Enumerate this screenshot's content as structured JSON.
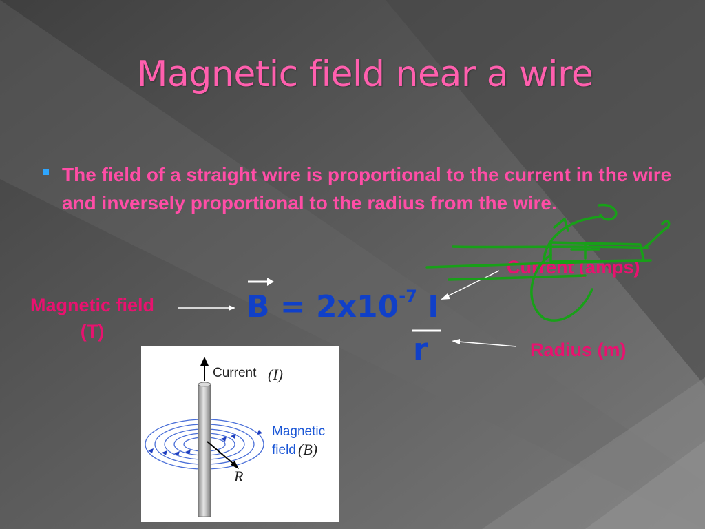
{
  "slide": {
    "title": "Magnetic field near a wire",
    "bullet": "The field of a straight wire is proportional to the current in the wire and inversely proportional to the radius from the wire.",
    "formula": {
      "lhs": "B",
      "rhs_prefix": "= 2x10",
      "exponent": "-7",
      "numerator": "I",
      "denominator": "r"
    },
    "labels": {
      "magnetic_field_line1": "Magnetic field",
      "magnetic_field_line2": "(T)",
      "current": "Current (amps)",
      "radius": "Radius (m)"
    },
    "diagram": {
      "current_label": "Current",
      "current_symbol": "(I)",
      "field_label_line1": "Magnetic",
      "field_label_line2": "field",
      "field_symbol": "(B)",
      "radius_symbol": "R"
    },
    "colors": {
      "title": "#ff5fae",
      "bullet_text": "#ff4da6",
      "label": "#e8126f",
      "formula": "#1040c8",
      "bullet_marker": "#2ea6ff",
      "annotation": "#18a018"
    }
  }
}
